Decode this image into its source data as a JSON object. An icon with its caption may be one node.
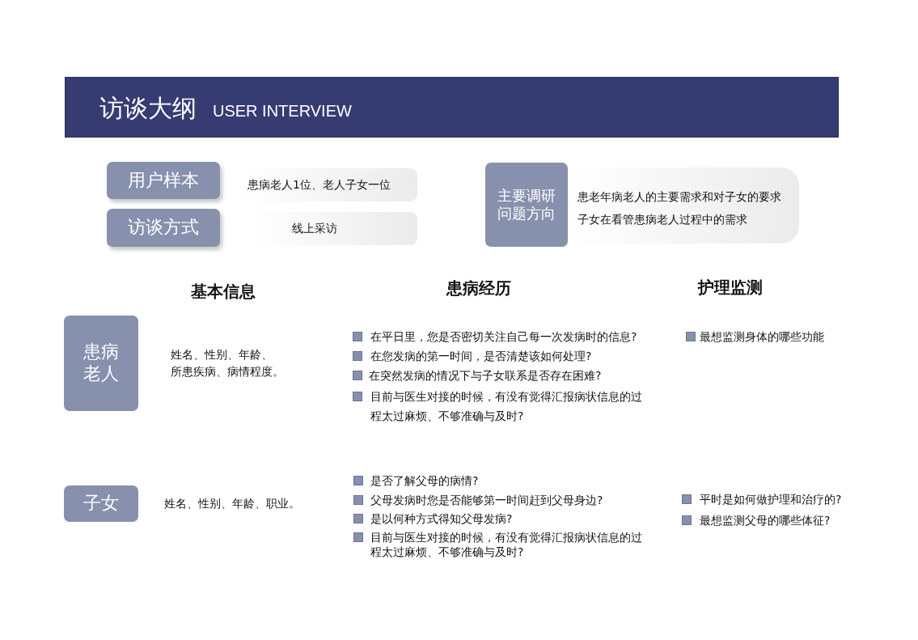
{
  "diagram": {
    "nodes": [
      {
        "text": [
          "访谈大纲",
          "USER INTERVIEW"
        ]
      },
      {
        "text": [
          "用户样本"
        ]
      },
      {
        "text": [
          "患病老人1位、老人子女一位"
        ]
      },
      {
        "text": [
          "访谈方式"
        ]
      },
      {
        "text": [
          "线上采访"
        ]
      },
      {
        "text": [
          "主要调研问题方向"
        ]
      },
      {
        "text": [
          "患老年病老人的主要需求和对子女的要求",
          "子女在看管患病老人过程中的需求"
        ]
      },
      {
        "text": [
          "患病老人"
        ]
      },
      {
        "text": [
          "子女"
        ]
      }
    ],
    "edges": [],
    "labels": [
      "基本信息",
      "患病经历",
      "护理监测",
      "姓名、性别、年龄、所患疾病、病情程度。",
      "在平日里，您是否密切关注自己每一次发病时的信息?",
      "在您发病的第一时间，是否清楚该如何处理?",
      "在突然发病的情况下与子女联系是否存在困难?",
      "目前与医生对接的时候，有没有觉得汇报病状信息的过程太过麻烦、不够准确与及时?",
      "最想监测身体的哪些功能",
      "姓名、性别、年龄、职业。",
      "是否了解父母的病情?",
      "父母发病时您是否能够第一时间赶到父母身边?",
      "是以何种方式得知父母发病?",
      "目前与医生对接的时候，有没有觉得汇报病状信息的过程太过麻烦、不够准确与及时?",
      "平时是如何做护理和治疗的?",
      "最想监测父母的哪些体征?"
    ]
  }
}
